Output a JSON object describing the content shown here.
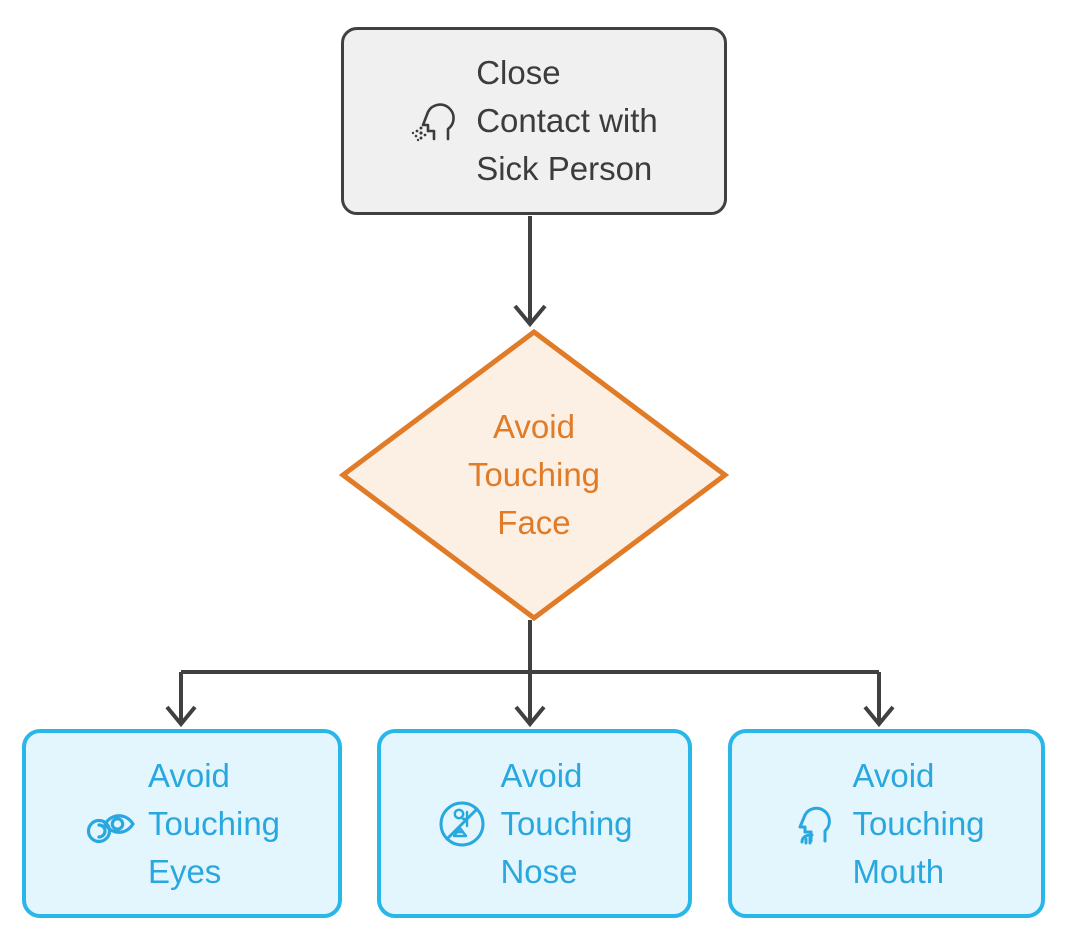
{
  "diagram": {
    "type": "flowchart",
    "title": "Avoid Touching Face",
    "orientation": "top-down",
    "colors": {
      "process_fill": "#f0f0f0",
      "process_stroke": "#404040",
      "process_text": "#3c3c3c",
      "decision_fill": "#fcefe3",
      "decision_stroke": "#e07b28",
      "decision_text": "#e07b28",
      "leaf_fill": "#e4f6fd",
      "leaf_stroke": "#29b6e8",
      "leaf_text": "#29a8e0",
      "edge_stroke": "#404040",
      "background": "#ffffff"
    }
  },
  "nodes": {
    "source": {
      "id": "close-contact",
      "shape": "rounded-rectangle",
      "label": "Close\nContact with\nSick Person",
      "icon": "sneezing-head-icon"
    },
    "decision": {
      "id": "avoid-touching-face",
      "shape": "diamond",
      "label": "Avoid\nTouching\nFace",
      "icon": null
    },
    "leaves": [
      {
        "id": "avoid-touching-eyes",
        "shape": "rounded-rectangle",
        "label": "Avoid\nTouching\nEyes",
        "icon": "eye-icon"
      },
      {
        "id": "avoid-touching-nose",
        "shape": "rounded-rectangle",
        "label": "Avoid\nTouching\nNose",
        "icon": "no-touching-nose-icon"
      },
      {
        "id": "avoid-touching-mouth",
        "shape": "rounded-rectangle",
        "label": "Avoid\nTouching\nMouth",
        "icon": "head-mouth-icon"
      }
    ]
  },
  "edges": [
    {
      "from": "close-contact",
      "to": "avoid-touching-face",
      "label": "",
      "arrow": "open-v"
    },
    {
      "from": "avoid-touching-face",
      "to": "avoid-touching-eyes",
      "label": "",
      "arrow": "open-v"
    },
    {
      "from": "avoid-touching-face",
      "to": "avoid-touching-nose",
      "label": "",
      "arrow": "open-v"
    },
    {
      "from": "avoid-touching-face",
      "to": "avoid-touching-mouth",
      "label": "",
      "arrow": "open-v"
    }
  ]
}
